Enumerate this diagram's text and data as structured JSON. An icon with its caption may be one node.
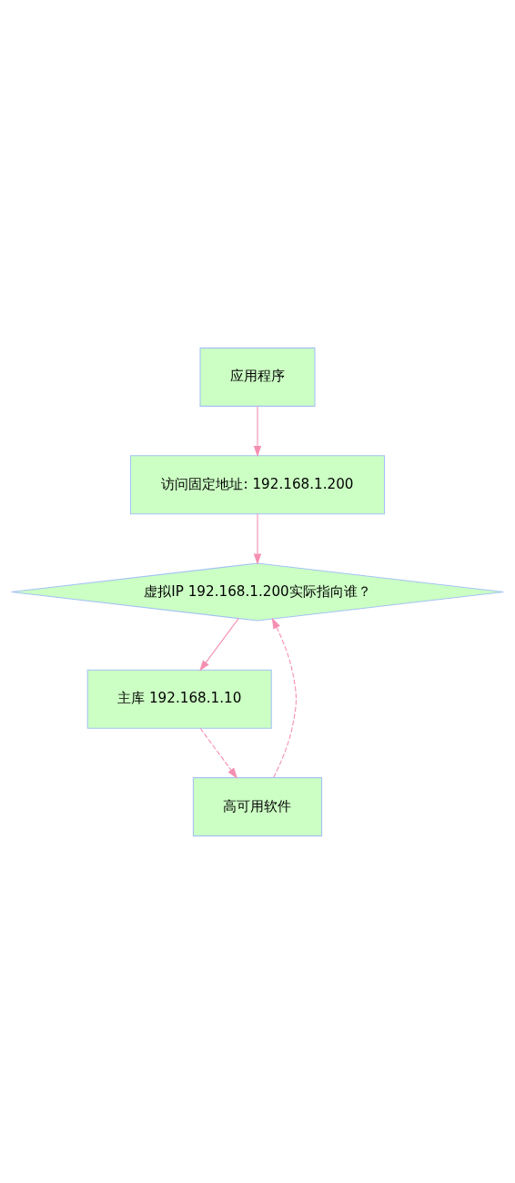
{
  "diagram": {
    "nodes": [
      {
        "text": [
          "应用程序"
        ]
      },
      {
        "text": [
          "访问固定地址: 192.168.1.200"
        ]
      },
      {
        "text": [
          "虚拟IP 192.168.1.200实际指向谁？"
        ]
      },
      {
        "text": [
          "主库 192.168.1.10"
        ]
      },
      {
        "text": [
          "高可用软件"
        ]
      }
    ],
    "edges": [
      {
        "from": 0,
        "to": 1,
        "arrow": "to"
      },
      {
        "from": 1,
        "to": 2,
        "arrow": "to"
      },
      {
        "from": 2,
        "to": 3,
        "arrow": "to"
      },
      {
        "from": 3,
        "to": 4,
        "arrow": "to",
        "style": "dashed"
      },
      {
        "from": 4,
        "to": 2,
        "arrow": "to",
        "style": "dashed"
      }
    ]
  }
}
